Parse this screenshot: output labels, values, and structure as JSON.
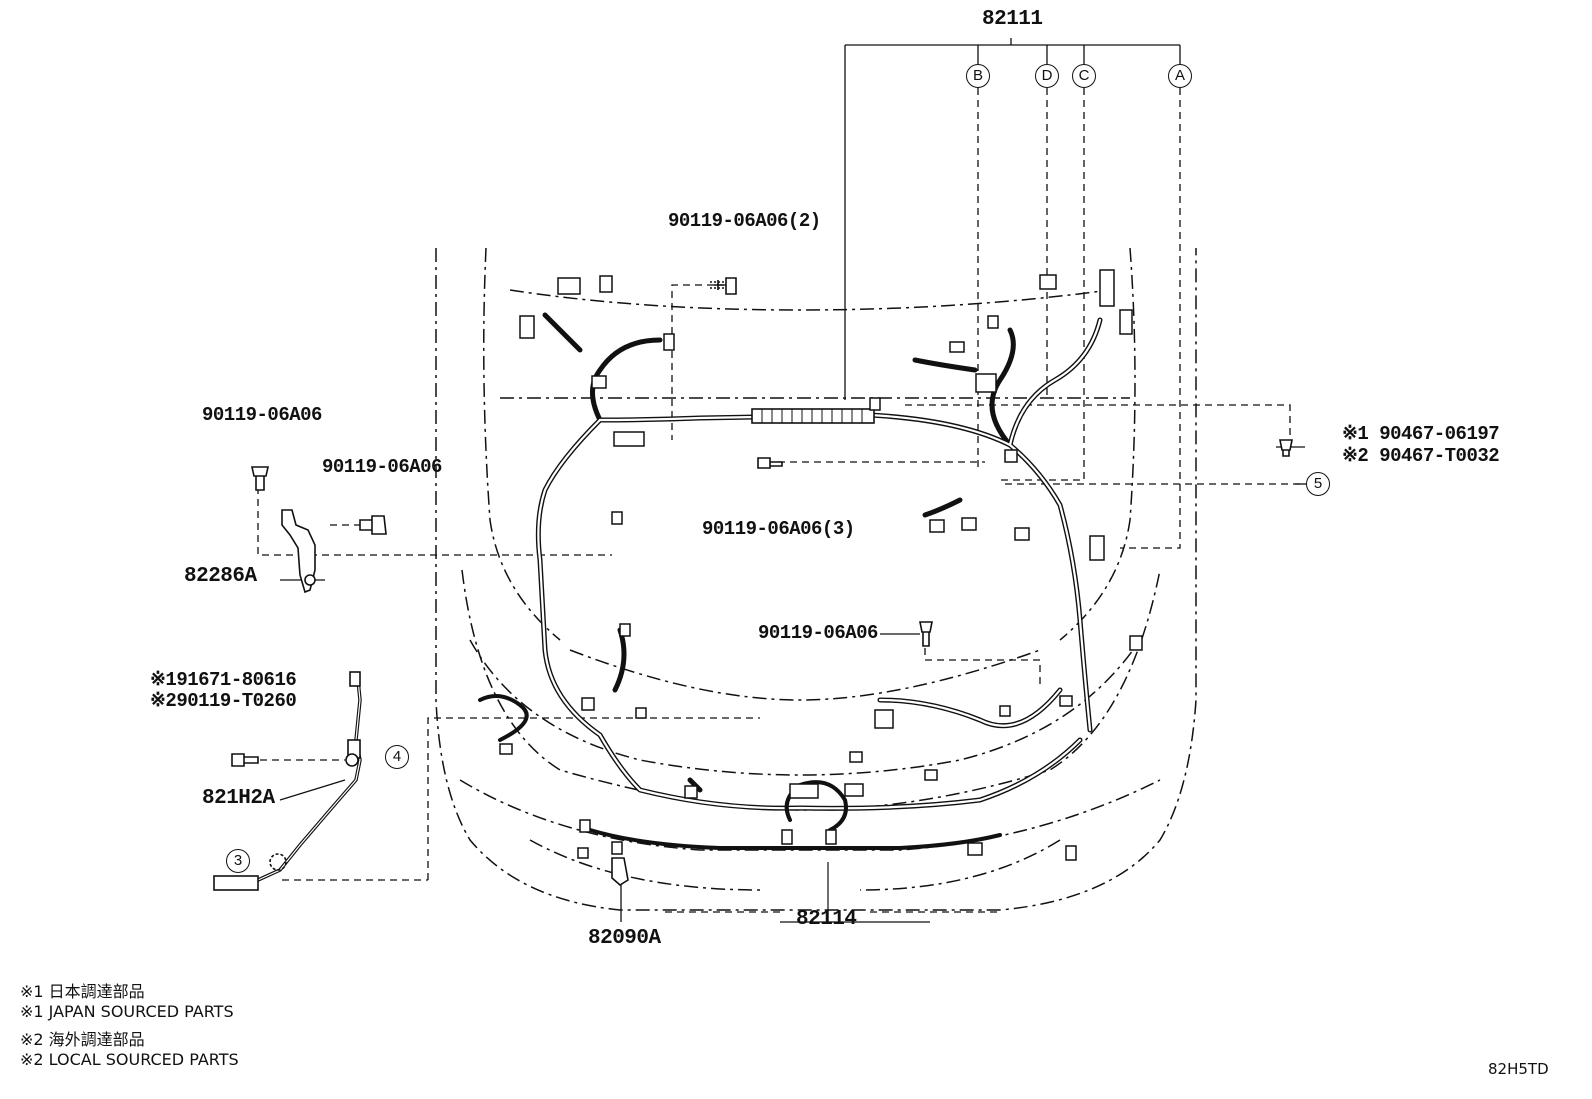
{
  "parts": {
    "main_harness": "82111",
    "bolt_2": "90119-06A06(2)",
    "bolt_left": "90119-06A06",
    "bolt_left2": "90119-06A06",
    "bolt_3": "90119-06A06(3)",
    "bolt_lower": "90119-06A06",
    "clip_1": "※1 90467-06197",
    "clip_2": "※2 90467-T0032",
    "ground_wire": "82286A",
    "bolt_alt_1": "※191671-80616",
    "bolt_alt_2": "※290119-T0260",
    "sensor_wire": "821H2A",
    "bumper_harness": "82114",
    "clip_harness": "82090A"
  },
  "connector_refs": [
    "B",
    "D",
    "C",
    "A"
  ],
  "callouts": [
    "3",
    "4",
    "5"
  ],
  "notes": [
    "※1 日本調達部品",
    "※1 JAPAN SOURCED PARTS",
    "※2 海外調達部品",
    "※2 LOCAL SOURCED PARTS"
  ],
  "figure_code": "82H5TD",
  "icons": [
    "bolt-icon",
    "clip-icon",
    "connector-icon"
  ]
}
